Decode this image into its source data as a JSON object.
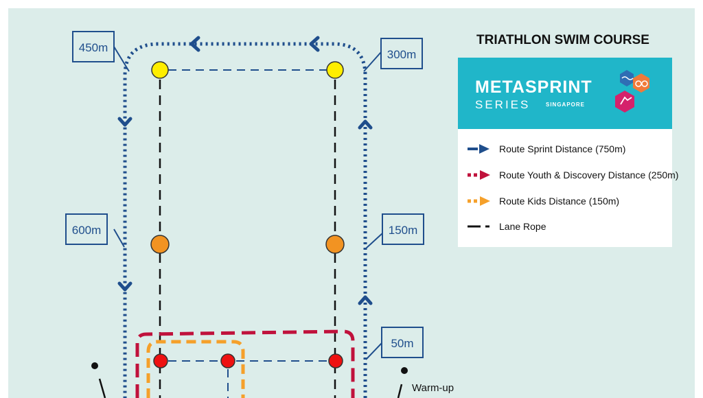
{
  "title": "TRIATHLON SWIM COURSE",
  "logo": {
    "name": "METASPRINT",
    "series": "SERIES",
    "country": "SINGAPORE"
  },
  "legend": [
    {
      "label": "Route Sprint Distance (750m)",
      "color": "#1f4e8c"
    },
    {
      "label": "Route Youth & Discovery Distance (250m)",
      "color": "#c0123c"
    },
    {
      "label": "Route Kids Distance (150m)",
      "color": "#f5a02a"
    },
    {
      "label": "Lane Rope",
      "color": "#111111"
    }
  ],
  "distance_labels": {
    "d450": "450m",
    "d300": "300m",
    "d600": "600m",
    "d150": "150m",
    "d50": "50m"
  },
  "warmup_label": "Warm-up",
  "colors": {
    "water": "#dcedea",
    "sprint": "#1f4e8c",
    "youth": "#c0123c",
    "kids": "#f5a02a",
    "buoy_yellow": "#ffee00",
    "buoy_orange": "#f29322",
    "buoy_red": "#ee1111",
    "logo_bg": "#20b6c9"
  }
}
